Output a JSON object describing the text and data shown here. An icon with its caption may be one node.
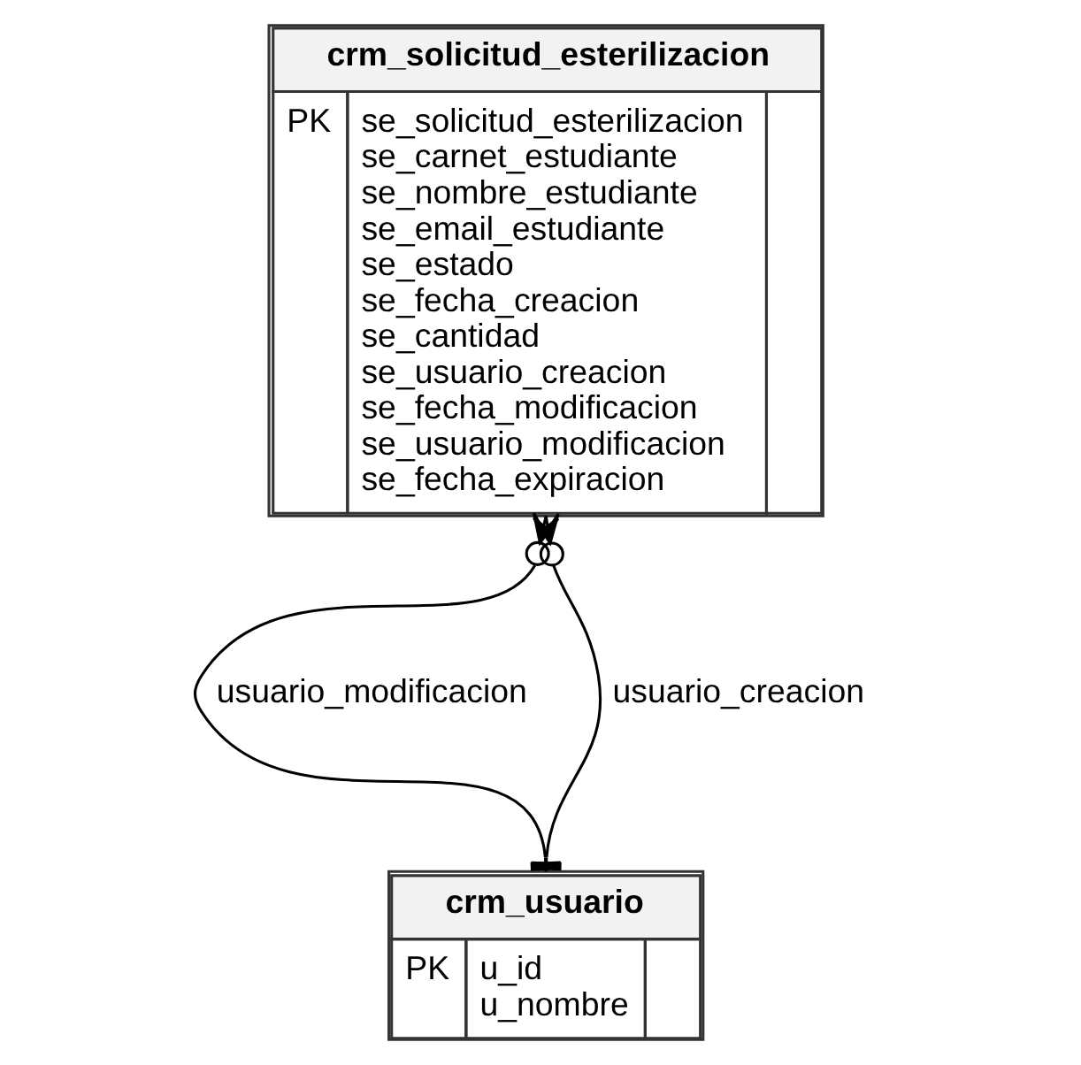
{
  "diagram": {
    "nodes": [
      {
        "text": [
          "crm_solicitud_esterilizacion",
          "PK",
          "se_solicitud_esterilizacion",
          "se_carnet_estudiante",
          "se_nombre_estudiante",
          "se_email_estudiante",
          "se_estado",
          "se_fecha_creacion",
          "se_cantidad",
          "se_usuario_creacion",
          "se_fecha_modificacion",
          "se_usuario_modificacion",
          "se_fecha_expiracion"
        ]
      },
      {
        "text": [
          "crm_usuario",
          "PK",
          "u_id",
          "u_nombre"
        ]
      }
    ],
    "edges": [
      {
        "from": 0,
        "to": 1,
        "arrow": "other",
        "label": "usuario_modificacion"
      },
      {
        "from": 0,
        "to": 1,
        "arrow": "other",
        "label": "usuario_creacion"
      }
    ]
  }
}
